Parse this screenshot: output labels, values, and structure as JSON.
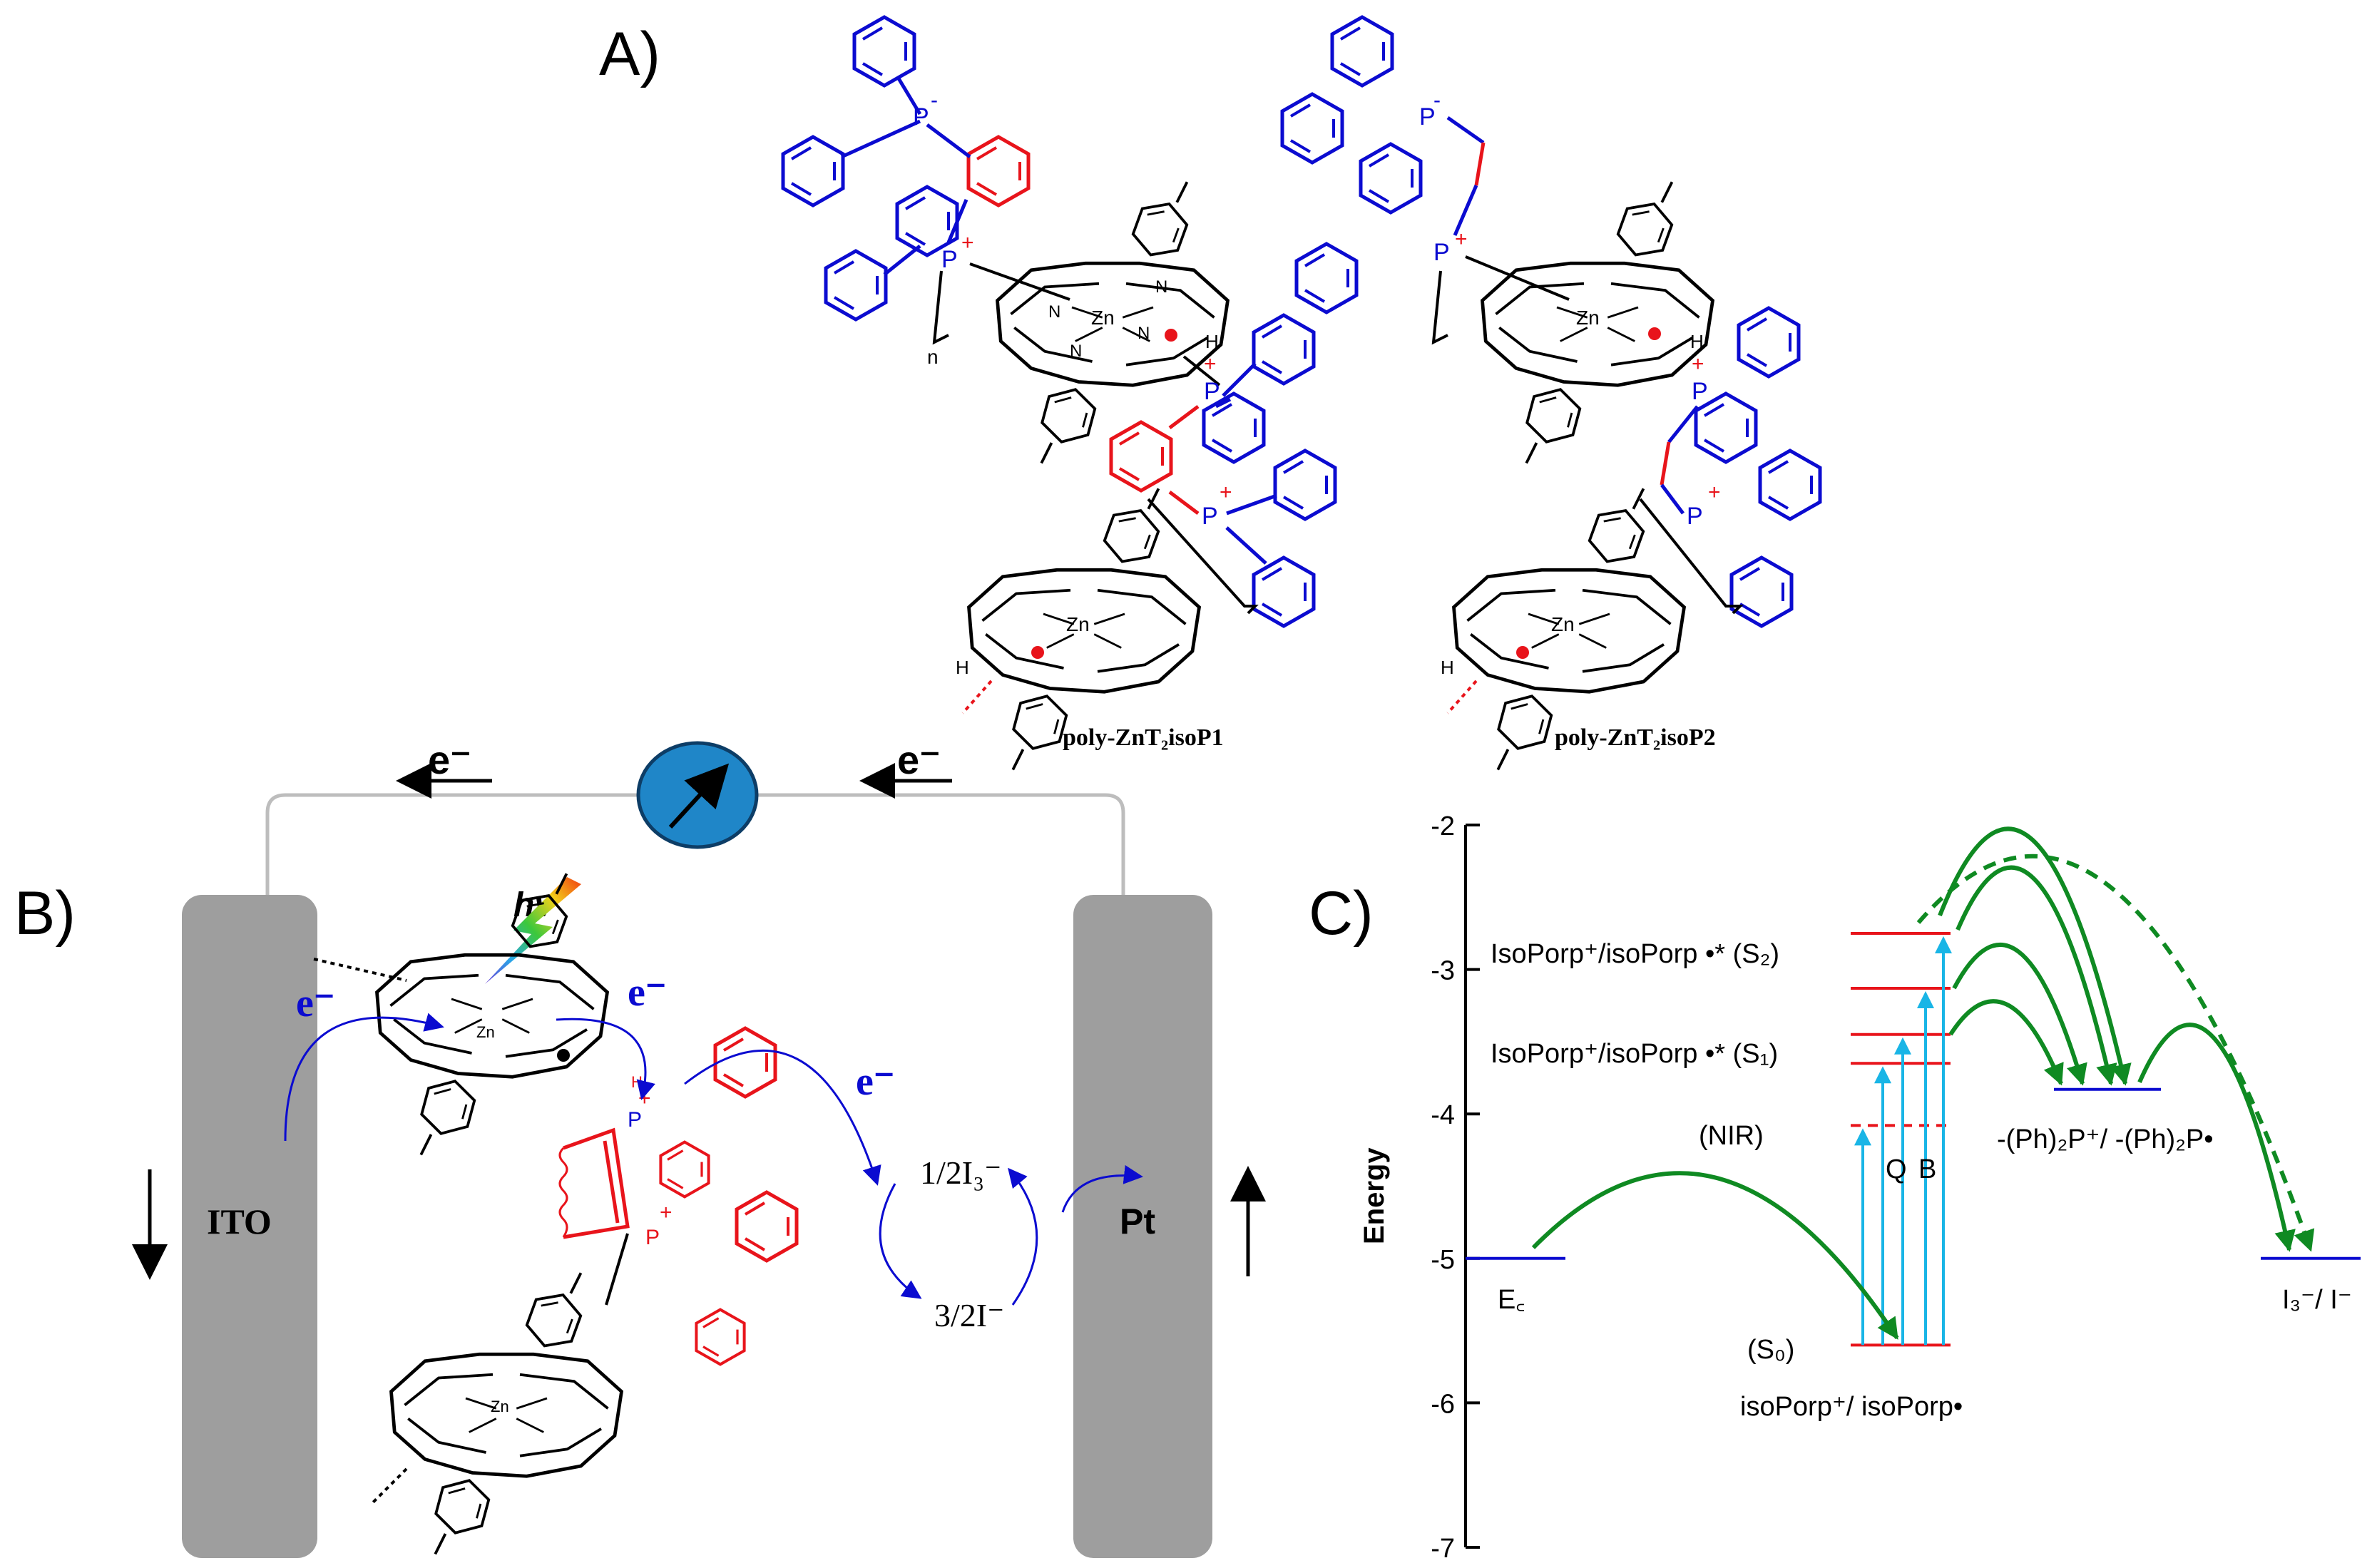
{
  "panels": {
    "a_label": "A)",
    "b_label": "B)",
    "c_label": "C)"
  },
  "panel_a": {
    "compound1_name": "poly-ZnT₂isoP1",
    "compound2_name": "poly-ZnT₂isoP2",
    "atoms": {
      "zn": "Zn",
      "n": "N",
      "p": "P",
      "h": "H",
      "plus": "+",
      "minus": "-",
      "n_sub": "n"
    }
  },
  "panel_b": {
    "electron": "e⁻",
    "hv": "hv",
    "ito": "ITO",
    "pt": "Pt",
    "triiodide": "1/2I₃⁻",
    "iodide": "3/2I⁻"
  },
  "panel_c": {
    "y_axis_label": "Energy",
    "y_ticks": [
      "-2",
      "-3",
      "-4",
      "-5",
      "-6",
      "-7"
    ],
    "labels": {
      "s2": "IsoPorp⁺/isoPorp •* (S₂)",
      "s1": "IsoPorp⁺/isoPorp •* (S₁)",
      "nir": "(NIR)",
      "q": "Q",
      "b": "B",
      "s0": "(S₀)",
      "ground": "isoPorp⁺/ isoPorp•",
      "phosphine": "-(Ph)₂P⁺/ -(Ph)₂P•",
      "ec": "E꜀",
      "redox": "I₃⁻/ I⁻"
    }
  },
  "chart_data": {
    "type": "energy-level-diagram",
    "ylabel": "Energy",
    "ylim": [
      -7,
      -2
    ],
    "y_ticks": [
      -2,
      -3,
      -4,
      -5,
      -6,
      -7
    ],
    "levels": [
      {
        "name": "S2 level (upper)",
        "energy": -2.75,
        "color": "#e00000"
      },
      {
        "name": "S2 level (lower)",
        "energy": -3.13,
        "color": "#e00000"
      },
      {
        "name": "S1 level (upper)",
        "energy": -3.45,
        "color": "#e00000"
      },
      {
        "name": "S1 level (lower)",
        "energy": -3.65,
        "color": "#e00000"
      },
      {
        "name": "NIR",
        "energy": -4.08,
        "color": "#e00000",
        "dashed": true
      },
      {
        "name": "S0",
        "energy": -5.6,
        "color": "#e00000"
      },
      {
        "name": "-(Ph)2P+/-(Ph)2P•",
        "energy": -3.83,
        "color": "#0000cc"
      },
      {
        "name": "Ec",
        "energy": -5.0,
        "color": "#0000cc"
      },
      {
        "name": "I3-/I-",
        "energy": -5.0,
        "color": "#0000cc"
      }
    ]
  },
  "colors": {
    "black": "#000000",
    "red": "#e8141b",
    "blue": "#0b0bd0",
    "green": "#0f8a22",
    "cyan": "#19b5e6",
    "electrode": "#9e9e9e",
    "meter": "#1f86c8"
  }
}
